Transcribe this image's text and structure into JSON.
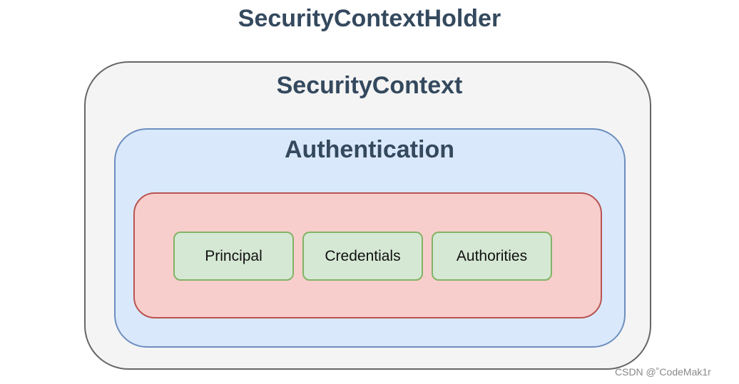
{
  "diagram": {
    "holder": {
      "label": "SecurityContextHolder"
    },
    "context": {
      "label": "SecurityContext",
      "fill": "#f4f4f4",
      "stroke": "#666666"
    },
    "authentication": {
      "label": "Authentication",
      "fill": "#dae8fc",
      "stroke": "#6c8ebf"
    },
    "auth_details": {
      "fill": "#f8cecc",
      "stroke": "#b85450"
    },
    "components": [
      {
        "label": "Principal"
      },
      {
        "label": "Credentials"
      },
      {
        "label": "Authorities"
      }
    ],
    "component_fill": "#d5e8d4",
    "component_stroke": "#82b366"
  },
  "watermark": "CSDN @˚CodeMak1r"
}
